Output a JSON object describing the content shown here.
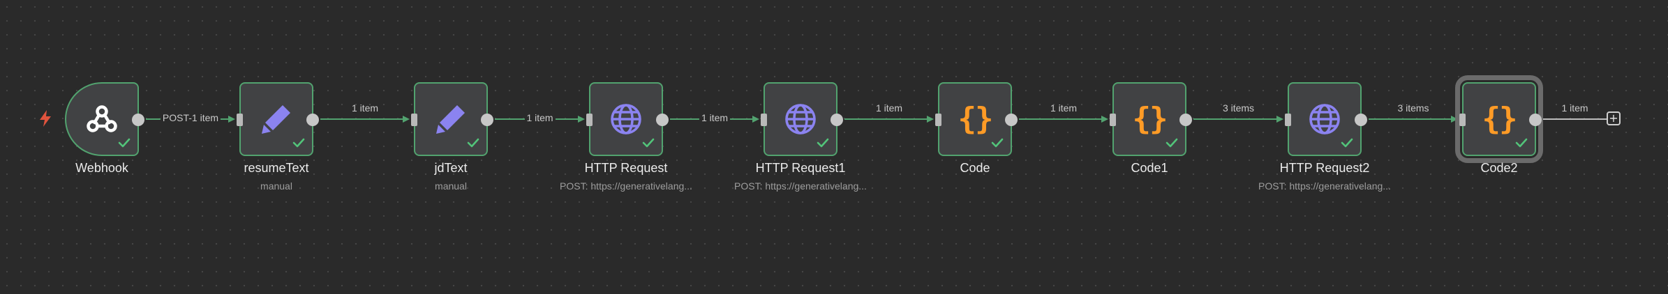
{
  "app": {
    "canvas_background": "#2a2a2a",
    "node_border_color": "#52a36f",
    "edge_color": "#52a36f"
  },
  "trigger": {
    "icon": "bolt-icon",
    "color": "#e0533d"
  },
  "nodes": [
    {
      "title": "Webhook",
      "subtitle": "",
      "icon": "webhook-icon",
      "status": "success",
      "selected": false
    },
    {
      "title": "resumeText",
      "subtitle": "manual",
      "icon": "pencil-icon",
      "status": "success",
      "selected": false
    },
    {
      "title": "jdText",
      "subtitle": "manual",
      "icon": "pencil-icon",
      "status": "success",
      "selected": false
    },
    {
      "title": "HTTP Request",
      "subtitle": "POST: https://generativelang...",
      "icon": "globe-icon",
      "status": "success",
      "selected": false
    },
    {
      "title": "HTTP Request1",
      "subtitle": "POST: https://generativelang...",
      "icon": "globe-icon",
      "status": "success",
      "selected": false
    },
    {
      "title": "Code",
      "subtitle": "",
      "icon": "code-braces-icon",
      "status": "success",
      "selected": false
    },
    {
      "title": "Code1",
      "subtitle": "",
      "icon": "code-braces-icon",
      "status": "success",
      "selected": false
    },
    {
      "title": "HTTP Request2",
      "subtitle": "POST: https://generativelang...",
      "icon": "globe-icon",
      "status": "success",
      "selected": false
    },
    {
      "title": "Code2",
      "subtitle": "",
      "icon": "code-braces-icon",
      "status": "success",
      "selected": true
    }
  ],
  "edges": [
    {
      "label": "POST-1 item"
    },
    {
      "label": "1 item"
    },
    {
      "label": "1 item"
    },
    {
      "label": "1 item"
    },
    {
      "label": "1 item"
    },
    {
      "label": "1 item"
    },
    {
      "label": "3 items"
    },
    {
      "label": "3 items"
    },
    {
      "label": "1 item"
    }
  ],
  "code_icon_text": "{}",
  "end_button": {
    "label": "+",
    "icon": "plus-icon"
  },
  "icon_colors": {
    "pencil": "#8b83f0",
    "globe": "#8b83f0",
    "code": "#ff9b26",
    "webhook": "#ffffff",
    "check": "#52c47a"
  }
}
